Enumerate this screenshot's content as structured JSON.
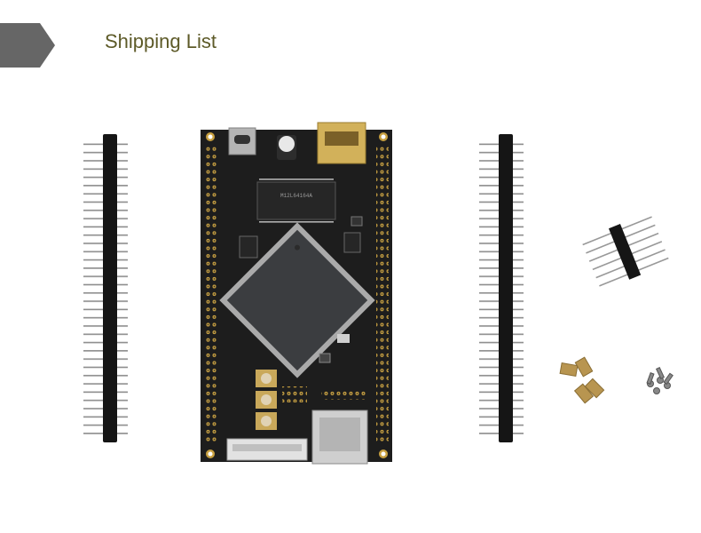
{
  "header": {
    "title": "Shipping List"
  },
  "items": [
    {
      "name": "pin-header-strip-left"
    },
    {
      "name": "development-board"
    },
    {
      "name": "pin-header-strip-right"
    },
    {
      "name": "small-pin-header"
    },
    {
      "name": "brass-standoffs"
    },
    {
      "name": "screws"
    }
  ],
  "colors": {
    "banner_tag": "#666666",
    "title": "#5d5a28",
    "pcb": "#1d1d1d",
    "gold": "#c8a040",
    "brass": "#b89550"
  }
}
